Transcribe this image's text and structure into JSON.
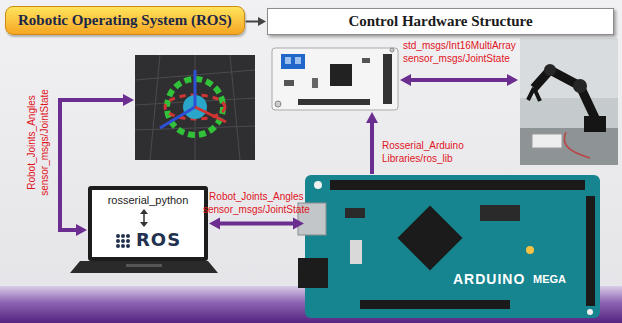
{
  "diagram": {
    "nodes": [
      {
        "text": [
          "Robotic Operating System (ROS)"
        ]
      },
      {
        "text": [
          "Control Hardware Structure"
        ]
      },
      {
        "text": [
          "rosserial_python",
          "ROS"
        ]
      },
      {
        "text": [
          "ARDUINO",
          "MEGA"
        ]
      }
    ],
    "edges": [
      {
        "from": 0,
        "to": 1,
        "arrow": "to"
      },
      {
        "from": 2,
        "to": 3,
        "arrow": "both",
        "label": "Robot_Joints_Angles sensor_msgs/JointState"
      }
    ],
    "labels": [
      "Robot_Joints_Angles sensor_msgs/JointState",
      "std_msgs/Int16MultiArray sensor_msgs/JointState",
      "Rosserial_Arduino Libraries/ros_lib"
    ]
  }
}
